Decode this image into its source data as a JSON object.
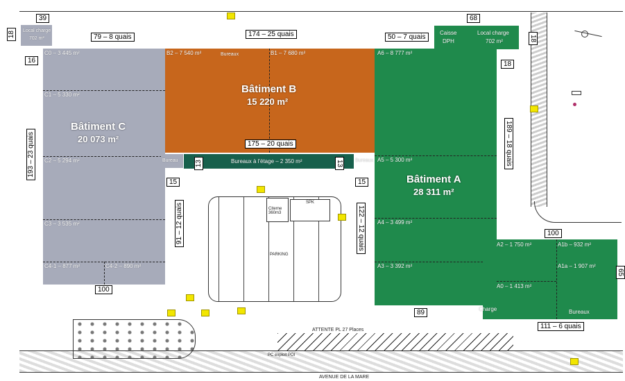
{
  "colors": {
    "batiment_a": "#1f8a4c",
    "batiment_b": "#c7661c",
    "batiment_c": "#a7abba",
    "bureaux_etage": "#17604c",
    "arrows": "#f2e600"
  },
  "batiment_c": {
    "title": "Bâtiment C",
    "area": "20 073 m²",
    "cells": [
      "C0 – 3 445 m²",
      "C1 – 5 330 m²",
      "C2 – 5 294 m²",
      "C3 – 3 535 m²",
      "C4-1 – 877 m²",
      "C4-2 – 890 m²"
    ],
    "local_charge": {
      "label": "Local charge",
      "area": "702 m²"
    },
    "bureau": "Bureau"
  },
  "batiment_b": {
    "title": "Bâtiment B",
    "area": "15 220 m²",
    "cells": [
      "B2 – 7 540 m²",
      "B1 – 7 680 m²"
    ],
    "bureaux": "Bureaux",
    "bureaux_etage": "Bureaux à l'étage – 2 350 m²"
  },
  "batiment_a": {
    "title": "Bâtiment A",
    "area": "28 311 m²",
    "cells": [
      "A6 – 8 777 m²",
      "A5 – 5 300 m²",
      "A4 – 3 499 m²",
      "A3 – 3 392 m²",
      "A2 – 1 750 m²",
      "A1b – 932 m²",
      "A1a – 1 907 m²",
      "A0 – 1 413 m²"
    ],
    "caisse": "Caisse",
    "dph": "DPH",
    "local_charge": {
      "label": "Local charge",
      "area": "702 m²"
    },
    "bureaux_left": "Bureaux",
    "bureaux_bottom": "Bureaux",
    "charge": "Charge"
  },
  "dimensions": {
    "d39": "39",
    "d18a": "18",
    "d16": "16",
    "q79": "79 – 8 quais",
    "q174": "174 – 25 quais",
    "q50": "50 – 7 quais",
    "d68": "68",
    "d18b": "18",
    "d18c": "18",
    "q175": "175 – 20 quais",
    "q193": "193 – 23 quais",
    "q189": "189 – 18 quais",
    "d13a": "13",
    "d13b": "13",
    "d15a": "15",
    "d15b": "15",
    "q91": "91 – 12 quais",
    "q122": "122 – 12 quais",
    "d100a": "100",
    "d100b": "100",
    "d65": "65",
    "d89": "89",
    "q111": "111 – 6 quais"
  },
  "site": {
    "citerne": "Citerne 360m3",
    "parking": "PARKING",
    "attente": "ATTENTE PL 27 Places",
    "avenue": "AVENUE DE LA MARE",
    "pc_exploit": "PC exploit POI",
    "sprinkler": "SPK"
  }
}
